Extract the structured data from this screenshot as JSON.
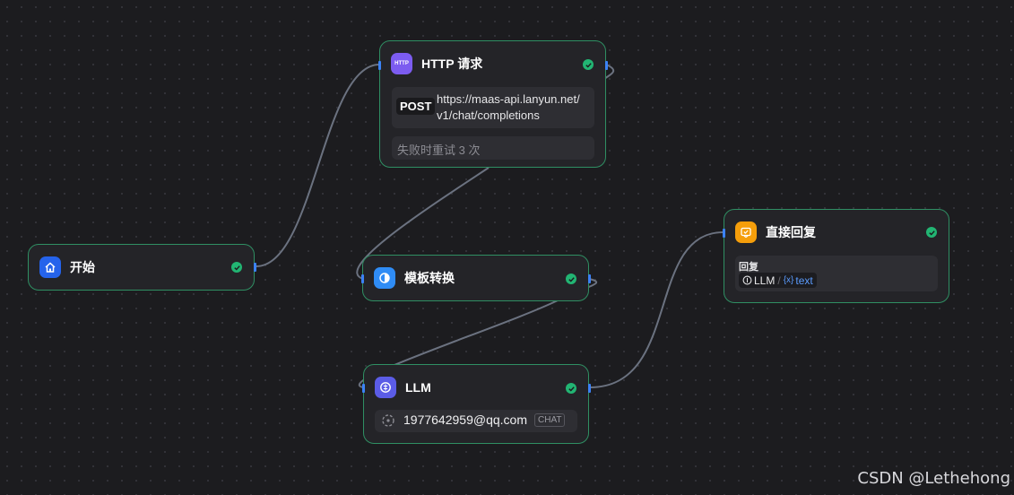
{
  "nodes": {
    "start": {
      "title": "开始",
      "icon": "home-icon",
      "icon_color": "#2563eb"
    },
    "http": {
      "title": "HTTP 请求",
      "icon": "http-icon",
      "icon_label": "HTTP",
      "icon_color": "#7c5cf0",
      "method": "POST",
      "url": "https://maas-api.lanyun.net/v1/chat/completions",
      "retry": "失败时重试 3 次"
    },
    "template": {
      "title": "模板转换",
      "icon": "template-icon",
      "icon_color": "#2f8cf5"
    },
    "llm": {
      "title": "LLM",
      "icon": "brain-icon",
      "icon_color": "#5b5ce6",
      "model": "1977642959@qq.com",
      "mode": "CHAT"
    },
    "answer": {
      "title": "直接回复",
      "icon": "reply-icon",
      "icon_color": "#f59e0b",
      "field_label": "回复",
      "var_node": "LLM",
      "var_name": "text"
    }
  },
  "status_color": "#22b573",
  "edge_color": "#6b7280",
  "watermark": "CSDN @Lethehong"
}
